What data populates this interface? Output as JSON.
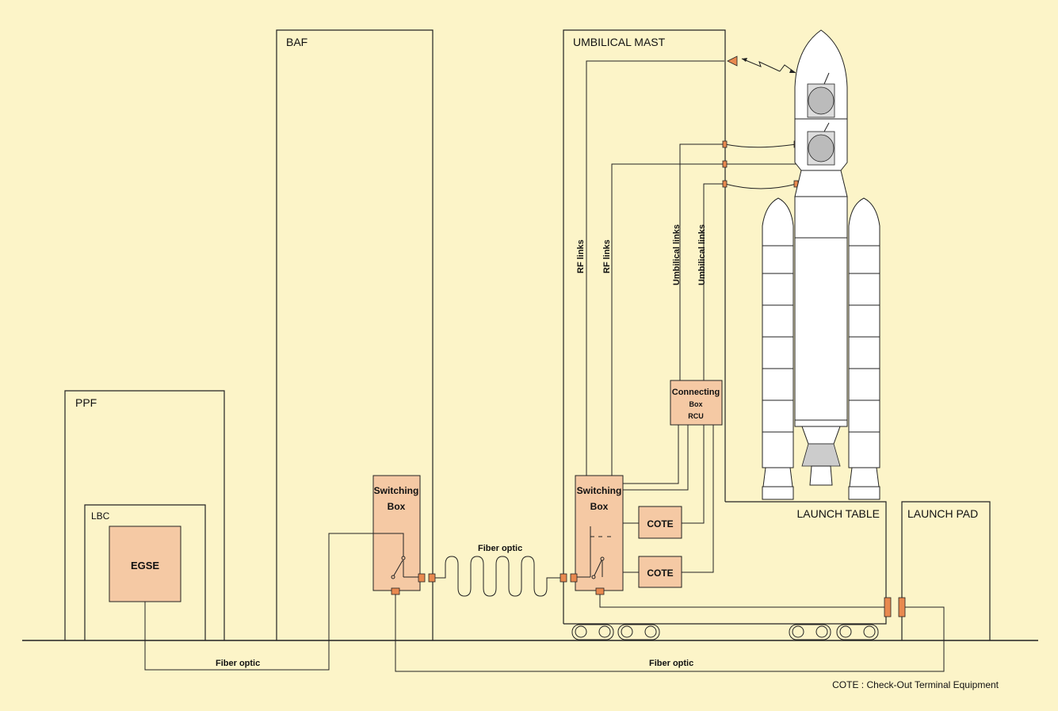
{
  "labels": {
    "ppf": "PPF",
    "lbc": "LBC",
    "egse": "EGSE",
    "baf": "BAF",
    "umbilical_mast": "UMBILICAL MAST",
    "launch_table": "LAUNCH TABLE",
    "launch_pad": "LAUNCH PAD",
    "switching_box": [
      "Switching",
      "Box"
    ],
    "cote": "COTE",
    "connecting_box": [
      "Connecting",
      "Box",
      "RCU"
    ],
    "rf_links": "RF links",
    "umbilical_links": "Umbilical links",
    "fiber_optic": "Fiber optic",
    "legend": "COTE : Check-Out Terminal Equipment"
  },
  "colors": {
    "background": "#fcf4c8",
    "box_fill": "#f5c9a4",
    "connector": "#e8894f",
    "line": "#222222"
  }
}
